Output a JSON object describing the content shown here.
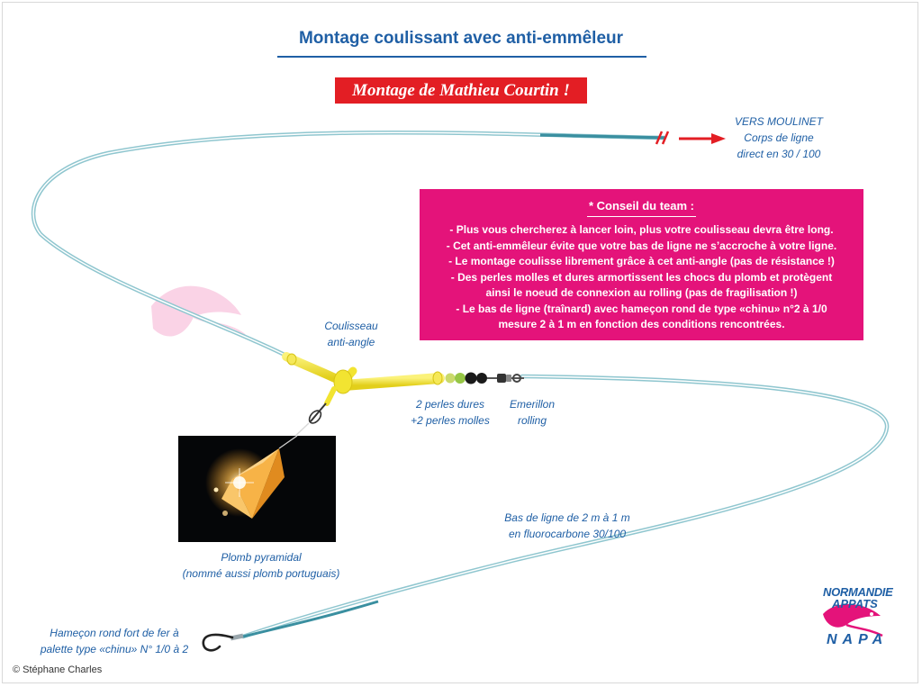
{
  "title": "Montage coulissant avec anti-emmêleur",
  "banner": "Montage de Mathieu Courtin !",
  "labels": {
    "vers_moulinet": "VERS MOULINET",
    "corps_1": "Corps de ligne",
    "corps_2": "direct en 30 / 100",
    "coulisseau_1": "Coulisseau",
    "coulisseau_2": "anti-angle",
    "perles_1": "2 perles dures",
    "perles_2": "+2 perles molles",
    "emerillon_1": "Emerillon",
    "emerillon_2": "rolling",
    "bas_1": "Bas de ligne de 2 m à 1 m",
    "bas_2": "en fluorocarbone 30/100",
    "plomb_1": "Plomb pyramidal",
    "plomb_2": "(nommé aussi plomb portuguais)",
    "hamecon_1": "Hameçon rond fort de fer à",
    "hamecon_2": "palette type «chinu» N° 1/0 à 2"
  },
  "advice": {
    "title": "* Conseil du team :",
    "lines": [
      "- Plus vous chercherez à lancer loin, plus votre coulisseau devra être long.",
      "- Cet anti-emmêleur évite que votre bas de ligne ne s’accroche à votre ligne.",
      "-  Le montage coulisse librement grâce à cet anti-angle (pas de résistance !)",
      "- Des perles molles et dures armortissent les chocs du plomb et protègent",
      "ainsi le noeud de connexion au rolling (pas de fragilisation !)",
      "- Le bas de ligne (traînard) avec hameçon rond de type «chinu» n°2 à 1/0",
      "mesure 2 à 1 m en fonction des conditions rencontrées."
    ]
  },
  "brand": {
    "line1": "NORMANDIE",
    "line2": "APPATS",
    "line3": "NAPA"
  },
  "copyright": "© Stéphane Charles",
  "colors": {
    "title_blue": "#1f5fa5",
    "banner_red": "#e31e24",
    "advice_pink": "#e4137a",
    "line_teal": "#3a8fa0",
    "coulisseau_yellow": "#f2e431",
    "plomb_orange": "#f6a531",
    "arrow_red": "#e31e24"
  }
}
